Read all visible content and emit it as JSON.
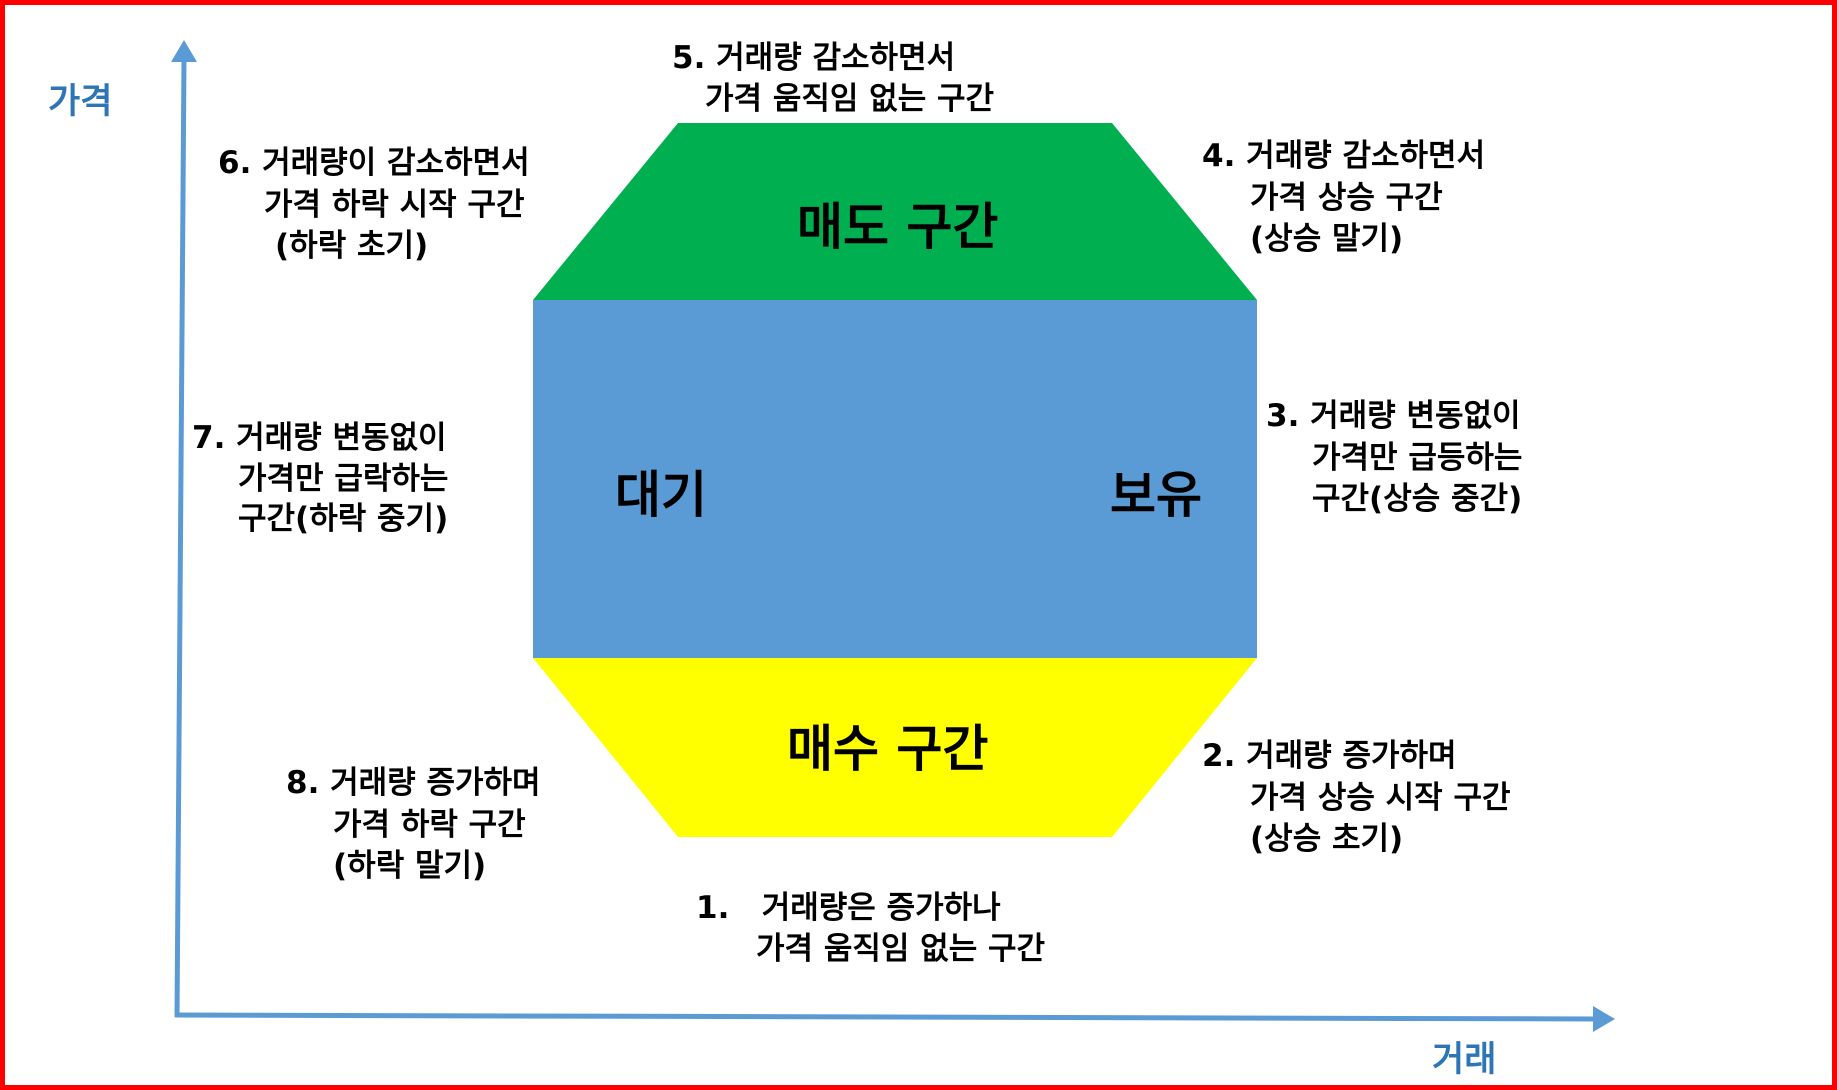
{
  "axes": {
    "y_label": "가격",
    "x_label": "거래"
  },
  "zones": {
    "sell": "매도 구간",
    "buy": "매수 구간",
    "wait": "대기",
    "hold": "보유"
  },
  "stages": {
    "s1": {
      "line1": "1.   거래량은 증가하나",
      "line2": "가격 움직임 없는 구간"
    },
    "s2": {
      "line1": "2. 거래량 증가하며",
      "line2": "가격 상승 시작 구간",
      "line3": "(상승 초기)"
    },
    "s3": {
      "line1": "3. 거래량 변동없이",
      "line2": "가격만 급등하는",
      "line3": "구간(상승 중간)"
    },
    "s4": {
      "line1": "4. 거래량 감소하면서",
      "line2": "가격 상승 구간",
      "line3": "(상승 말기)"
    },
    "s5": {
      "line1": "5. 거래량 감소하면서",
      "line2": "가격 움직임 없는 구간"
    },
    "s6": {
      "line1": "6. 거래량이 감소하면서",
      "line2": "가격 하락 시작 구간",
      "line3": "(하락 초기)"
    },
    "s7": {
      "line1": "7. 거래량 변동없이",
      "line2": "가격만 급락하는",
      "line3": "구간(하락 중기)"
    },
    "s8": {
      "line1": "8. 거래량 증가하며",
      "line2": "가격 하락 구간",
      "line3": "(하락 말기)"
    }
  },
  "colors": {
    "frame": "#ff0000",
    "axis": "#5b9bd5",
    "axis_label": "#2e75b6",
    "sell_zone": "#00b050",
    "middle_zone": "#5b9bd5",
    "buy_zone": "#ffff00"
  }
}
